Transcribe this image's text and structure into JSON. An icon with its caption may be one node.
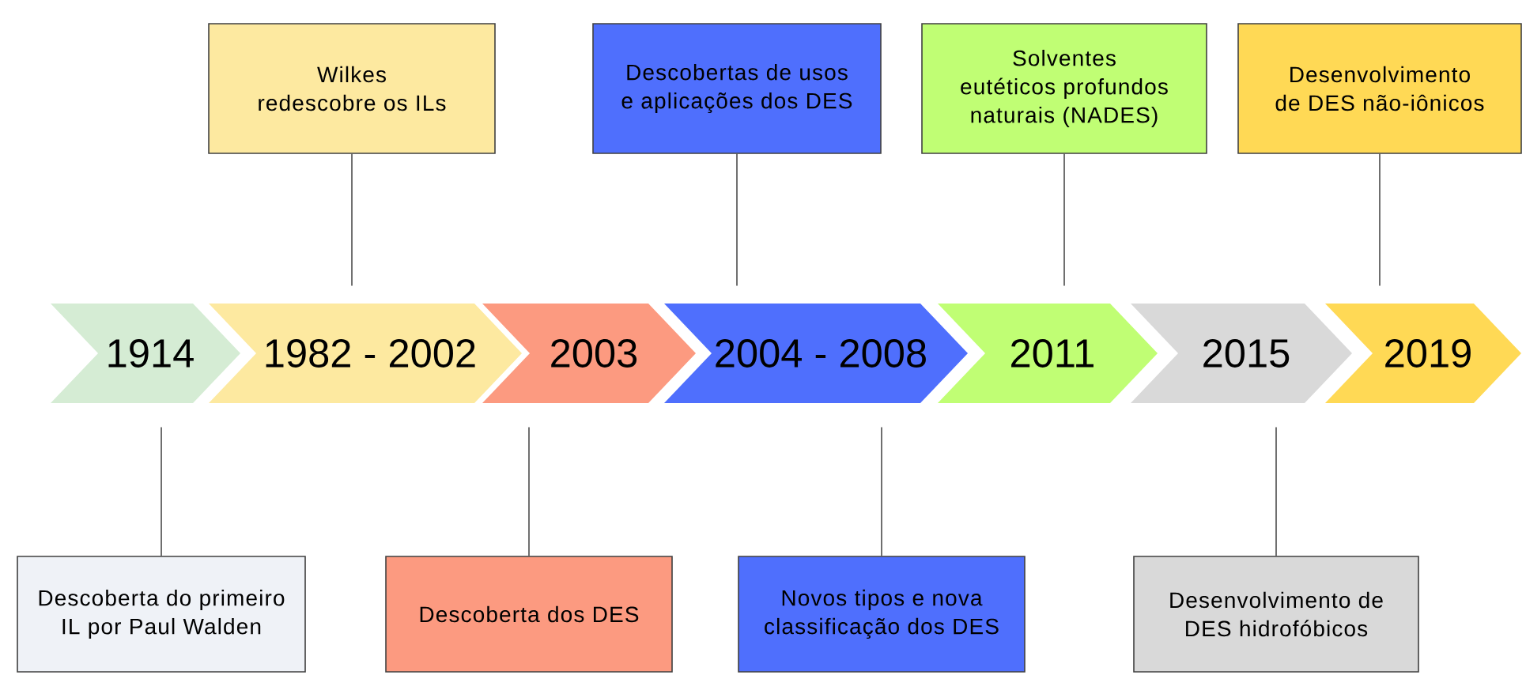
{
  "diagram": {
    "nodes": [
      {
        "text": [
          "Wilkes redescobre os ILs"
        ]
      },
      {
        "text": [
          "Descobertas de usos e aplicações dos DES"
        ]
      },
      {
        "text": [
          "Solventes eutéticos profundos naturais (NADES)"
        ]
      },
      {
        "text": [
          "Desenvolvimento de DES não-iônicos"
        ]
      },
      {
        "text": [
          "1914"
        ]
      },
      {
        "text": [
          "1982 - 2002"
        ]
      },
      {
        "text": [
          "2003"
        ]
      },
      {
        "text": [
          "2004 - 2008"
        ]
      },
      {
        "text": [
          "2011"
        ]
      },
      {
        "text": [
          "2015"
        ]
      },
      {
        "text": [
          "2019"
        ]
      },
      {
        "text": [
          "Descoberta do primeiro IL por Paul Walden"
        ]
      },
      {
        "text": [
          "Descoberta dos DES"
        ]
      },
      {
        "text": [
          "Novos tipos e nova classificação dos DES"
        ]
      },
      {
        "text": [
          "Desenvolvimento de DES hidrofóbicos"
        ]
      }
    ],
    "edges": [
      {
        "from": 0,
        "to": 5,
        "arrow": "none"
      },
      {
        "from": 1,
        "to": 7,
        "arrow": "none"
      },
      {
        "from": 2,
        "to": 8,
        "arrow": "none"
      },
      {
        "from": 3,
        "to": 10,
        "arrow": "none"
      },
      {
        "from": 11,
        "to": 4,
        "arrow": "none"
      },
      {
        "from": 12,
        "to": 6,
        "arrow": "none"
      },
      {
        "from": 13,
        "to": 7,
        "arrow": "none"
      },
      {
        "from": 14,
        "to": 9,
        "arrow": "none"
      }
    ]
  }
}
